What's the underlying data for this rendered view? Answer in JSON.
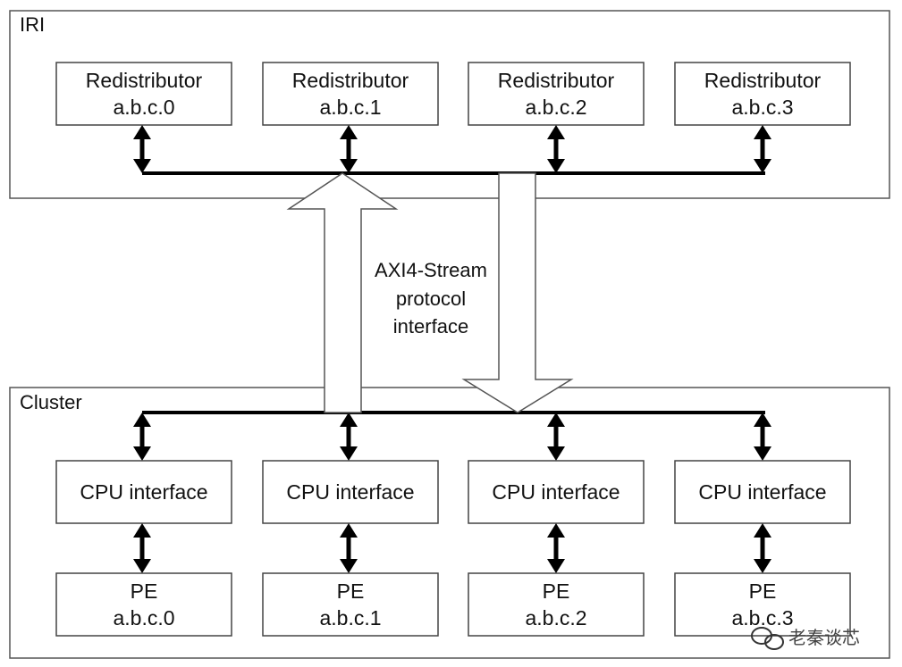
{
  "iri": {
    "label": "IRI",
    "redistributors": [
      {
        "title": "Redistributor",
        "id": "a.b.c.0"
      },
      {
        "title": "Redistributor",
        "id": "a.b.c.1"
      },
      {
        "title": "Redistributor",
        "id": "a.b.c.2"
      },
      {
        "title": "Redistributor",
        "id": "a.b.c.3"
      }
    ]
  },
  "interface": {
    "lines": [
      "AXI4-Stream",
      "protocol",
      "interface"
    ]
  },
  "cluster": {
    "label": "Cluster",
    "cpu_interfaces": [
      {
        "title": "CPU interface"
      },
      {
        "title": "CPU interface"
      },
      {
        "title": "CPU interface"
      },
      {
        "title": "CPU interface"
      }
    ],
    "pes": [
      {
        "title": "PE",
        "id": "a.b.c.0"
      },
      {
        "title": "PE",
        "id": "a.b.c.1"
      },
      {
        "title": "PE",
        "id": "a.b.c.2"
      },
      {
        "title": "PE",
        "id": "a.b.c.3"
      }
    ]
  },
  "watermark": {
    "text": "老秦谈芯",
    "icon": "wechat-icon"
  }
}
